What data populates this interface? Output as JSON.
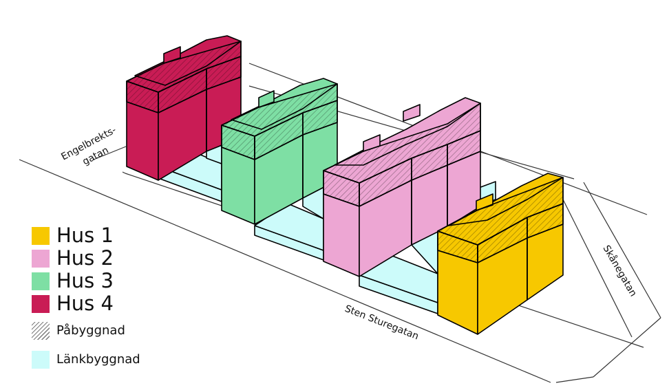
{
  "colors": {
    "hus1": "#F7C800",
    "hus2": "#EDA6D3",
    "hus3": "#7EDFA4",
    "hus4": "#C91C55",
    "lank": "#CCFBFA"
  },
  "streets": {
    "engelbrekt_line1": "Engelbrekts-",
    "engelbrekt_line2": "gatan",
    "sten_sture": "Sten Sturegatan",
    "skane": "Skånegatan"
  },
  "legend": {
    "items": [
      {
        "label": "Hus 1",
        "color": "#F7C800"
      },
      {
        "label": "Hus 2",
        "color": "#EDA6D3"
      },
      {
        "label": "Hus 3",
        "color": "#7EDFA4"
      },
      {
        "label": "Hus 4",
        "color": "#C91C55"
      }
    ],
    "pabyggnad": "Påbyggnad",
    "lankbyggnad": "Länkbyggnad"
  }
}
